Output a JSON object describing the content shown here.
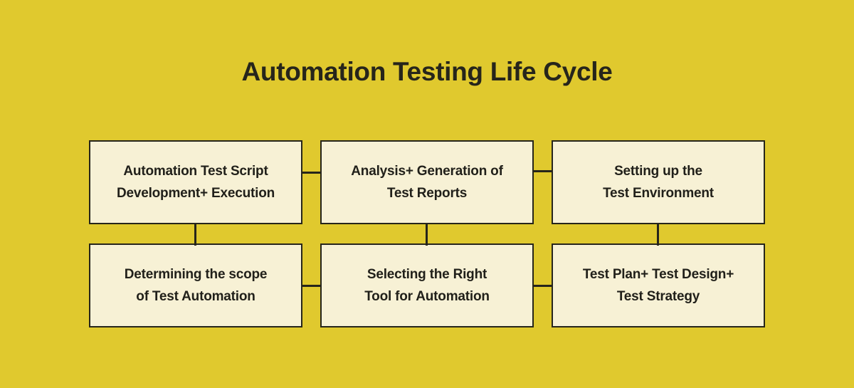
{
  "title": "Automation Testing Life Cycle",
  "colors": {
    "background": "#e0c92e",
    "node_fill": "#f7f1d5",
    "line": "#26251b",
    "text": "#21201a"
  },
  "nodes": [
    {
      "name": "automation-test-script-development-execution",
      "lines": [
        "Automation Test Script",
        "Development+ Execution"
      ]
    },
    {
      "name": "analysis-generation-of-test-reports",
      "lines": [
        "Analysis+ Generation of",
        "Test Reports"
      ]
    },
    {
      "name": "setting-up-the-test-environment",
      "lines": [
        "Setting up the",
        "Test Environment"
      ]
    },
    {
      "name": "determining-the-scope-of-test-automation",
      "lines": [
        "Determining the scope",
        "of Test Automation"
      ]
    },
    {
      "name": "selecting-the-right-tool-for-automation",
      "lines": [
        "Selecting the Right",
        "Tool for Automation"
      ]
    },
    {
      "name": "test-plan-test-design-test-strategy",
      "lines": [
        "Test Plan+ Test Design+",
        "Test Strategy"
      ]
    }
  ],
  "edges": [
    {
      "from": "automation-test-script-development-execution",
      "to": "analysis-generation-of-test-reports",
      "style": "horizontal"
    },
    {
      "from": "analysis-generation-of-test-reports",
      "to": "setting-up-the-test-environment",
      "style": "horizontal"
    },
    {
      "from": "automation-test-script-development-execution",
      "to": "determining-the-scope-of-test-automation",
      "style": "vertical"
    },
    {
      "from": "analysis-generation-of-test-reports",
      "to": "selecting-the-right-tool-for-automation",
      "style": "vertical"
    },
    {
      "from": "setting-up-the-test-environment",
      "to": "test-plan-test-design-test-strategy",
      "style": "vertical"
    },
    {
      "from": "determining-the-scope-of-test-automation",
      "to": "selecting-the-right-tool-for-automation",
      "style": "horizontal"
    },
    {
      "from": "selecting-the-right-tool-for-automation",
      "to": "test-plan-test-design-test-strategy",
      "style": "horizontal"
    }
  ]
}
